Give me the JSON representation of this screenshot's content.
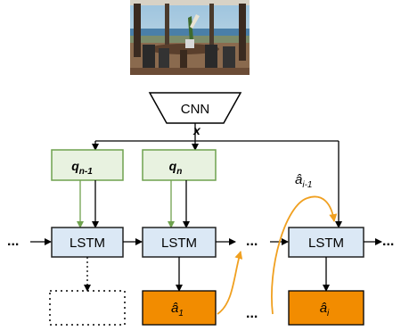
{
  "cnn": {
    "label": "CNN",
    "output_label": "x"
  },
  "question_nodes": [
    {
      "base": "q",
      "sub": "n-1"
    },
    {
      "base": "q",
      "sub": "n"
    }
  ],
  "lstm_nodes": [
    {
      "label": "LSTM"
    },
    {
      "label": "LSTM"
    },
    {
      "label": "LSTM"
    }
  ],
  "answer_nodes": [
    {
      "base": "â",
      "sub": "1"
    },
    {
      "base": "â",
      "sub": "i"
    }
  ],
  "feedback_label": {
    "base": "â",
    "sub": "i-1"
  },
  "ellipsis": "...",
  "colors": {
    "question_fill": "#e8f2e0",
    "question_stroke": "#6fa24f",
    "lstm_fill": "#dbe8f5",
    "lstm_stroke": "#222222",
    "answer_fill": "#f28c00",
    "feedback_arrow": "#f0a020",
    "green_arrow": "#6fa24f"
  }
}
